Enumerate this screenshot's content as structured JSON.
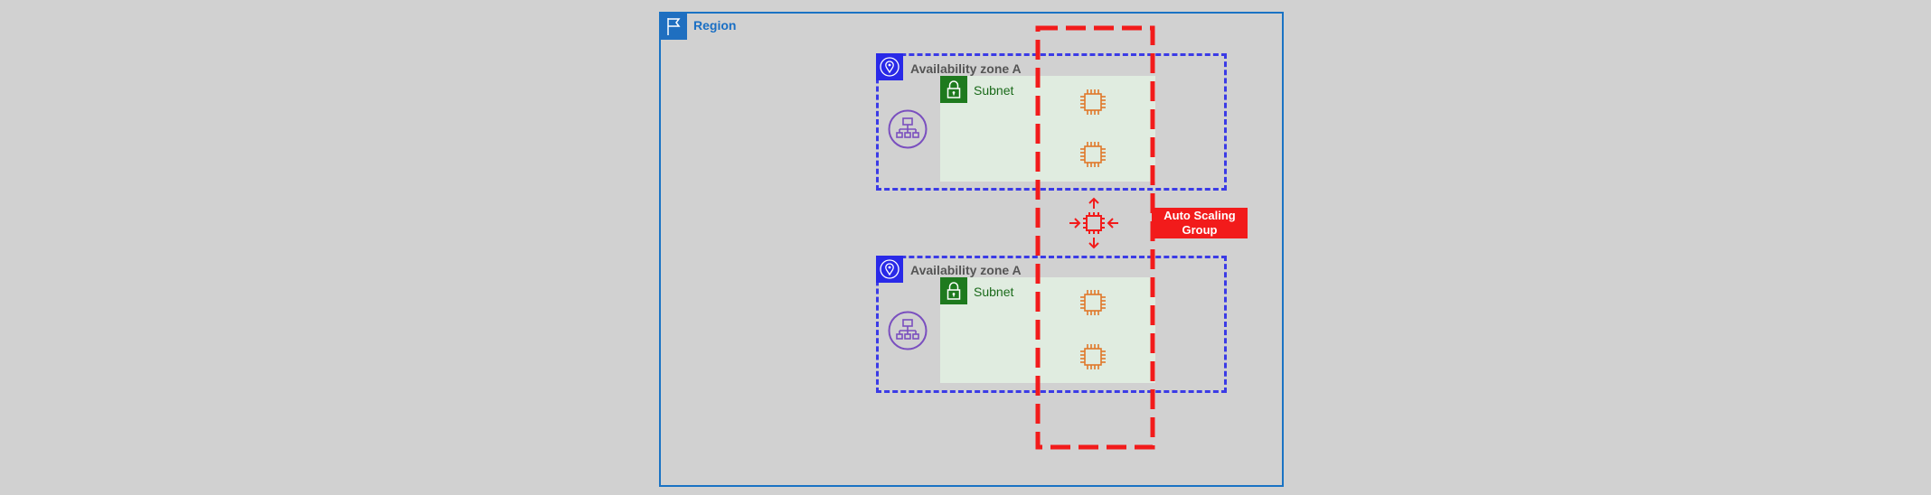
{
  "region": {
    "label": "Region"
  },
  "zones": [
    {
      "label": "Availability zone A",
      "subnet_label": "Subnet"
    },
    {
      "label": "Availability zone A",
      "subnet_label": "Subnet"
    }
  ],
  "asg": {
    "label": "Auto Scaling Group"
  },
  "colors": {
    "region": "#1a73c4",
    "zone": "#3b3be6",
    "subnet_bg": "#e0ece0",
    "subnet_icon": "#1e7a1e",
    "ec2": "#e0782a",
    "elb": "#7a4fbf",
    "asg": "#f21b1b"
  },
  "icons": {
    "region": "flag-icon",
    "zone": "location-pin-icon",
    "subnet": "padlock-icon",
    "load_balancer": "elastic-load-balancer-icon",
    "instance": "ec2-instance-chip-icon",
    "scaling": "auto-scaling-icon"
  }
}
